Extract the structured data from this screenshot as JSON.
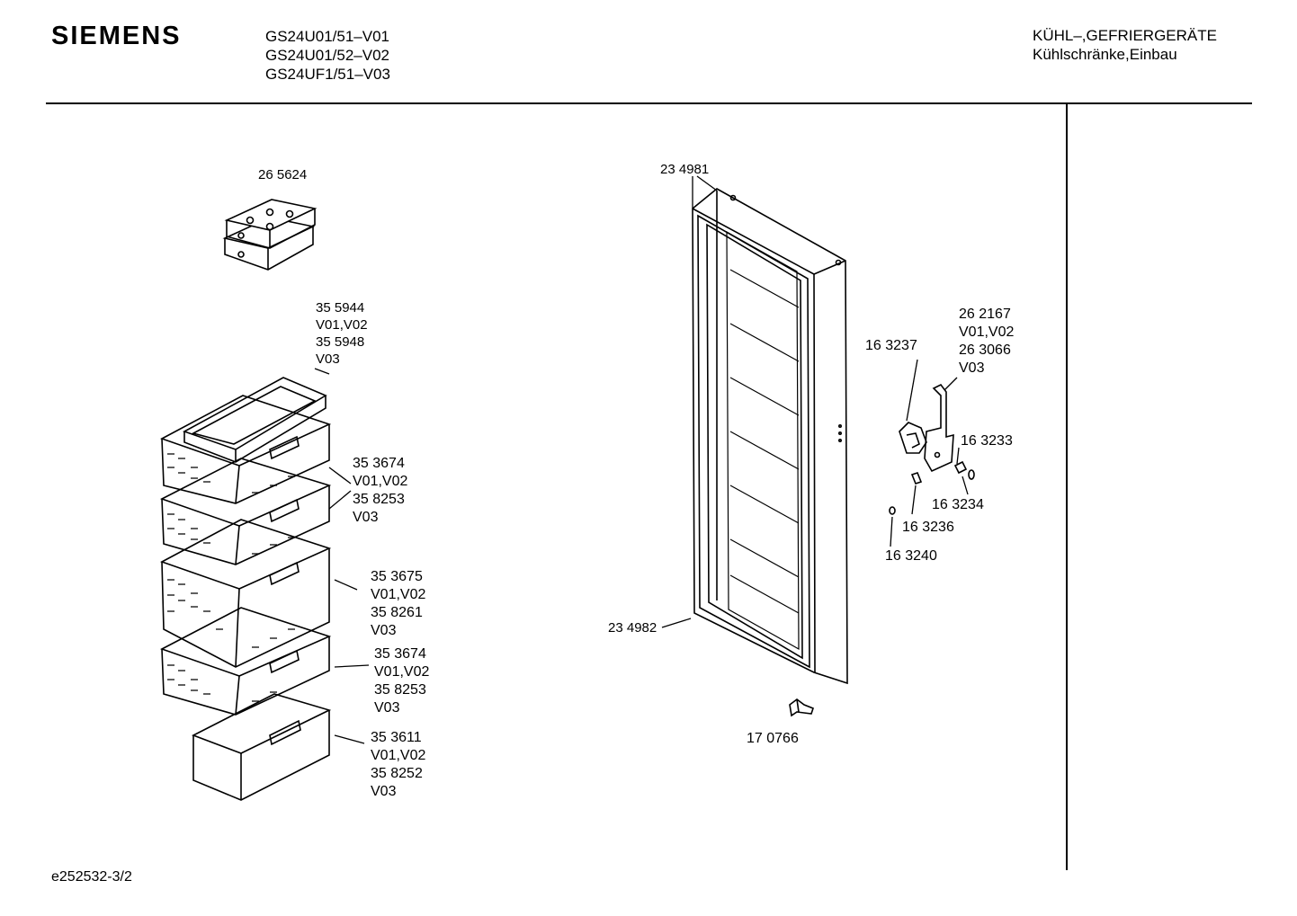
{
  "header": {
    "brand": "SIEMENS",
    "models": [
      "GS24U01/51–V01",
      "GS24U01/52–V02",
      "GS24UF1/51–V03"
    ],
    "category": [
      "KÜHL–,GEFRIERGERÄTE",
      "Kühlschränke,Einbau"
    ]
  },
  "footer": {
    "doc_id": "e252532-3/2"
  },
  "parts": {
    "ice_pack": [
      "26 5624"
    ],
    "top_tray": [
      "35 5944",
      "V01,V02",
      "35 5948",
      "V03"
    ],
    "basket_1": [
      "35 3674",
      "V01,V02",
      "35 8253",
      "V03"
    ],
    "basket_large": [
      "35 3675",
      "V01,V02",
      "35 8261",
      "V03"
    ],
    "basket_2": [
      "35 3674",
      "V01,V02",
      "35 8253",
      "V03"
    ],
    "drawer_bottom": [
      "35 3611",
      "V01,V02",
      "35 8252",
      "V03"
    ],
    "door_outer": [
      "23 4981"
    ],
    "door_gasket": [
      "23 4982"
    ],
    "door_stop": [
      "17 0766"
    ],
    "hinge_bracket": [
      "26 2167",
      "V01,V02",
      "26 3066",
      "V03"
    ],
    "hinge_part_a": [
      "16 3237"
    ],
    "screw_a": [
      "16 3233"
    ],
    "screw_b": [
      "16 3234"
    ],
    "screw_c": [
      "16 3236"
    ],
    "washer": [
      "16 3240"
    ]
  }
}
